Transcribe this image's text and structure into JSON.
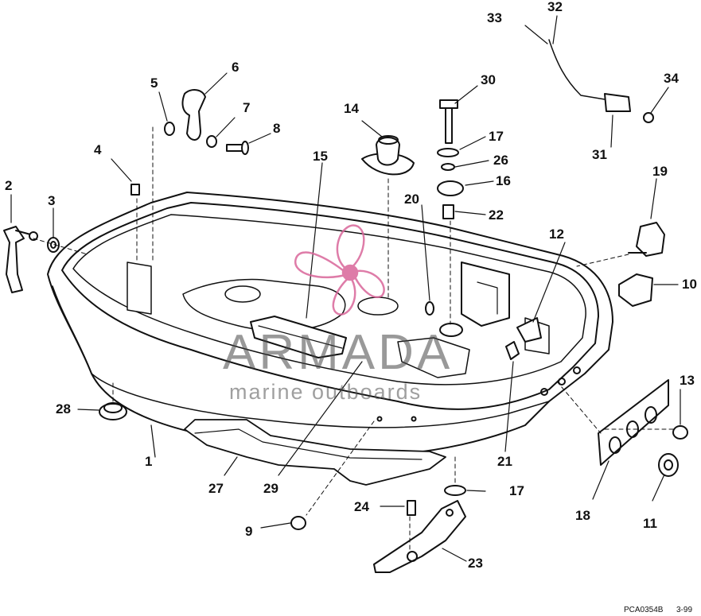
{
  "diagram": {
    "callouts": {
      "c1": "1",
      "c2": "2",
      "c3": "3",
      "c4": "4",
      "c5": "5",
      "c6": "6",
      "c7": "7",
      "c8": "8",
      "c9": "9",
      "c10": "10",
      "c11": "11",
      "c12": "12",
      "c13": "13",
      "c14": "14",
      "c15": "15",
      "c16": "16",
      "c17a": "17",
      "c17b": "17",
      "c18": "18",
      "c19": "19",
      "c20": "20",
      "c21": "21",
      "c22": "22",
      "c23": "23",
      "c24": "24",
      "c26": "26",
      "c27": "27",
      "c28": "28",
      "c29": "29",
      "c30": "30",
      "c31": "31",
      "c32": "32",
      "c33": "33",
      "c34": "34"
    },
    "footer": {
      "code": "PCA0354B",
      "date": "3-99"
    }
  },
  "watermark": {
    "brand": "ARMADA",
    "tagline": "marine outboards",
    "logo_color": "#d9669a",
    "text_color": "#555555"
  }
}
